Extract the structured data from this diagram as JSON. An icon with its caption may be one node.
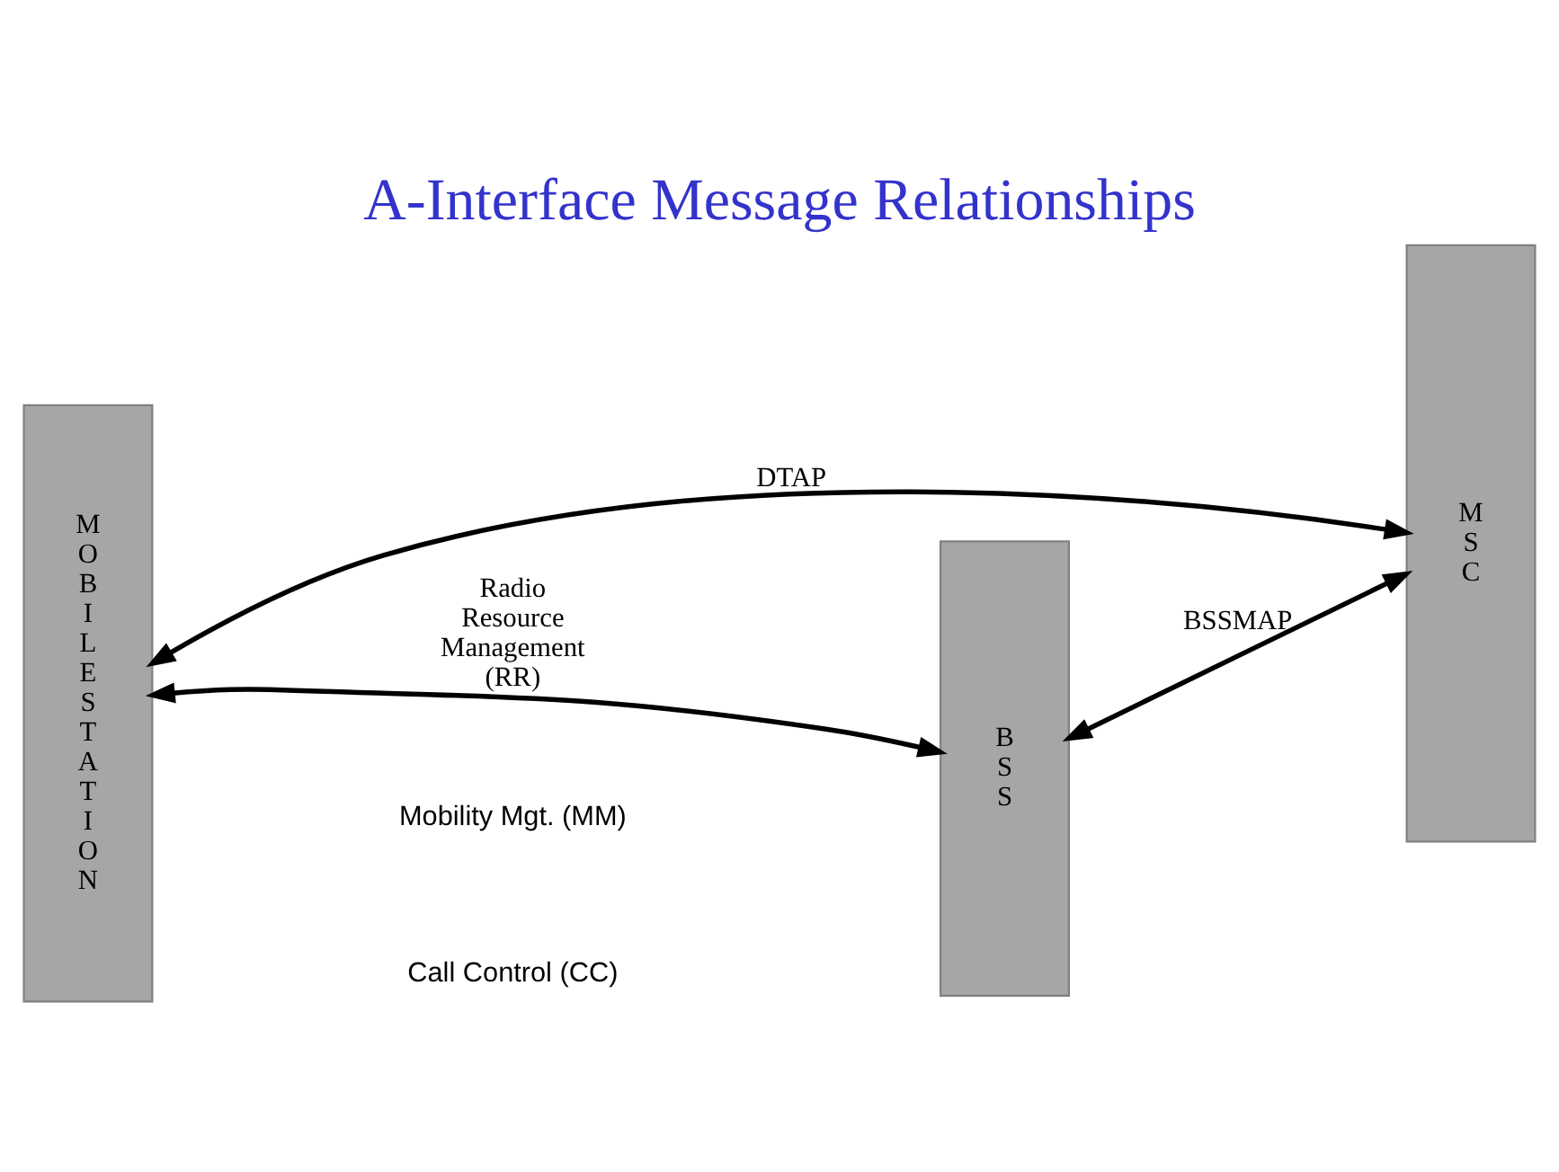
{
  "diagram": {
    "title": "A-Interface Message Relationships",
    "nodes": [
      {
        "text": [
          "M O B I L E S T A T I O N"
        ]
      },
      {
        "text": [
          "B S S"
        ]
      },
      {
        "text": [
          "M S C"
        ]
      }
    ],
    "edges": [
      {
        "from": 0,
        "to": 2,
        "arrow": "both",
        "label": "DTAP"
      },
      {
        "from": 0,
        "to": 1,
        "arrow": "both",
        "label": "Radio Resource Management (RR)"
      },
      {
        "from": 1,
        "to": 2,
        "arrow": "both",
        "label": "BSSMAP"
      }
    ],
    "labels": [
      "Call Control (CC)",
      "Mobility Mgt. (MM)"
    ]
  }
}
